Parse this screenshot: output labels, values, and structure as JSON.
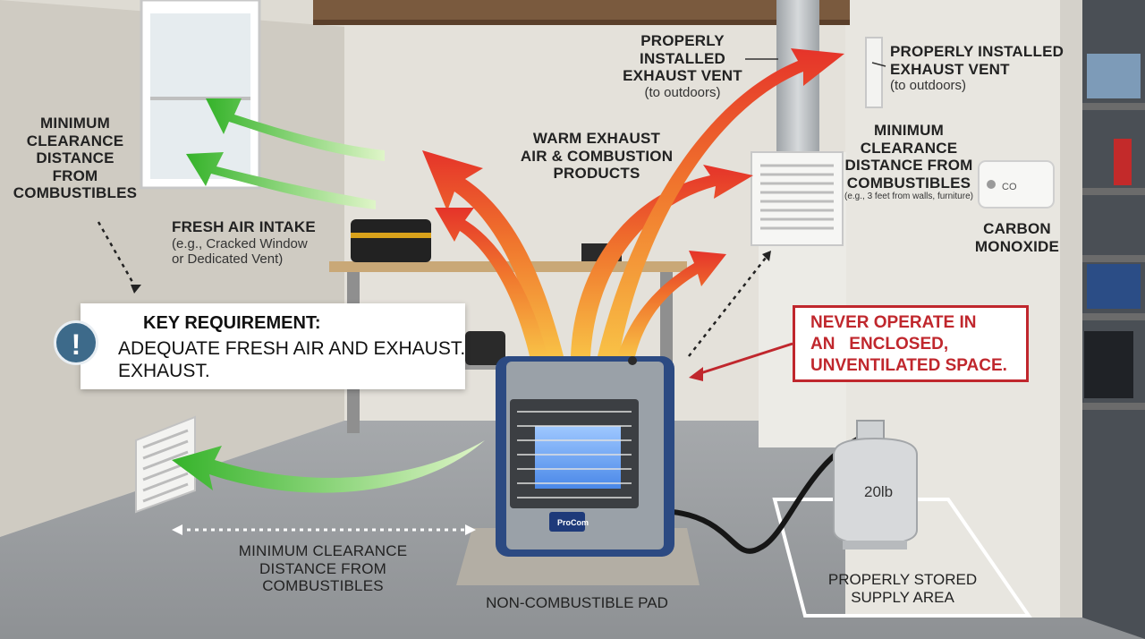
{
  "labels": {
    "top_vent": {
      "line1": "PROPERLY INSTALLED",
      "line2": "EXHAUST VENT",
      "line3": "(to outdoors)"
    },
    "right_vent": {
      "line1": "PROPERLY INSTALLED",
      "line2": "EXHAUST VENT",
      "line3": "(to outdoors)"
    },
    "left_clearance": {
      "line1": "MINIMUM",
      "line2": "CLEARANCE",
      "line3": "DISTANCE",
      "line4": "FROM",
      "line5": "COMBUSTIBLES"
    },
    "fresh_air": {
      "line1": "FRESH AIR INTAKE",
      "line2": "(e.g., Cracked Window",
      "line3": "or Dedicated Vent)"
    },
    "warm_exhaust": {
      "line1": "WARM EXHAUST",
      "line2": "AIR & COMBUSTION",
      "line3": "PRODUCTS"
    },
    "right_clearance": {
      "line1": "MINIMUM",
      "line2": "CLEARANCE",
      "line3": "DISTANCE FROM",
      "line4": "COMBUSTIBLES",
      "line5": "(e.g., 3 feet from walls, furniture)"
    },
    "carbon_monoxide": {
      "line1": "CARBON",
      "line2": "MONOXIDE"
    },
    "bottom_clearance": {
      "line1": "MINIMUM CLEARANCE",
      "line2": "DISTANCE FROM",
      "line3": "COMBUSTIBLES"
    },
    "pad": "NON-COMBUSTIBLE PAD",
    "storage": {
      "line1": "PROPERLY STORED",
      "line2": "SUPPLY AREA"
    }
  },
  "key_requirement": {
    "title": "KEY REQUIREMENT:",
    "line1": "ADEQUATE FRESH AIR AND EXHAUST.",
    "line2": "EXHAUST.",
    "icon": "exclamation-icon"
  },
  "warning": {
    "line1": "NEVER OPERATE IN",
    "line2": "AN   ENCLOSED,",
    "line3": "UNVENTILATED SPACE."
  },
  "detector": {
    "text": "CO"
  },
  "tank": {
    "text": "20lb"
  },
  "heater": {
    "brand": "ProCom"
  },
  "colors": {
    "warning_red": "#c0272d",
    "info_blue": "#3d6a8a",
    "fresh_air_green": "#4cbf3a",
    "exhaust_red": "#e8382a",
    "exhaust_orange": "#f5a12b",
    "heater_blue": "#2c4a82"
  }
}
